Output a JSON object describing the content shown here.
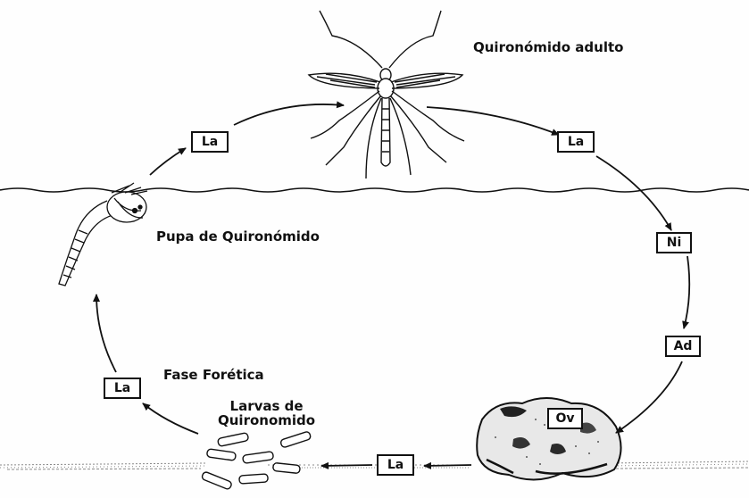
{
  "labels": {
    "adult": "Quironómido adulto",
    "pupa": "Pupa de Quironómido",
    "phoretic_phase": "Fase Forética",
    "larvae_line1": "Larvas de",
    "larvae_line2": "Quironomido"
  },
  "stage_boxes": {
    "la_pupa_to_adult": "La",
    "la_adult_to_water": "La",
    "ni": "Ni",
    "ad": "Ad",
    "ov": "Ov",
    "la_bottom": "La",
    "la_phoretic": "La"
  },
  "colors": {
    "ink": "#111111",
    "paper": "#fefefe",
    "sediment": "#8a8a8a"
  }
}
